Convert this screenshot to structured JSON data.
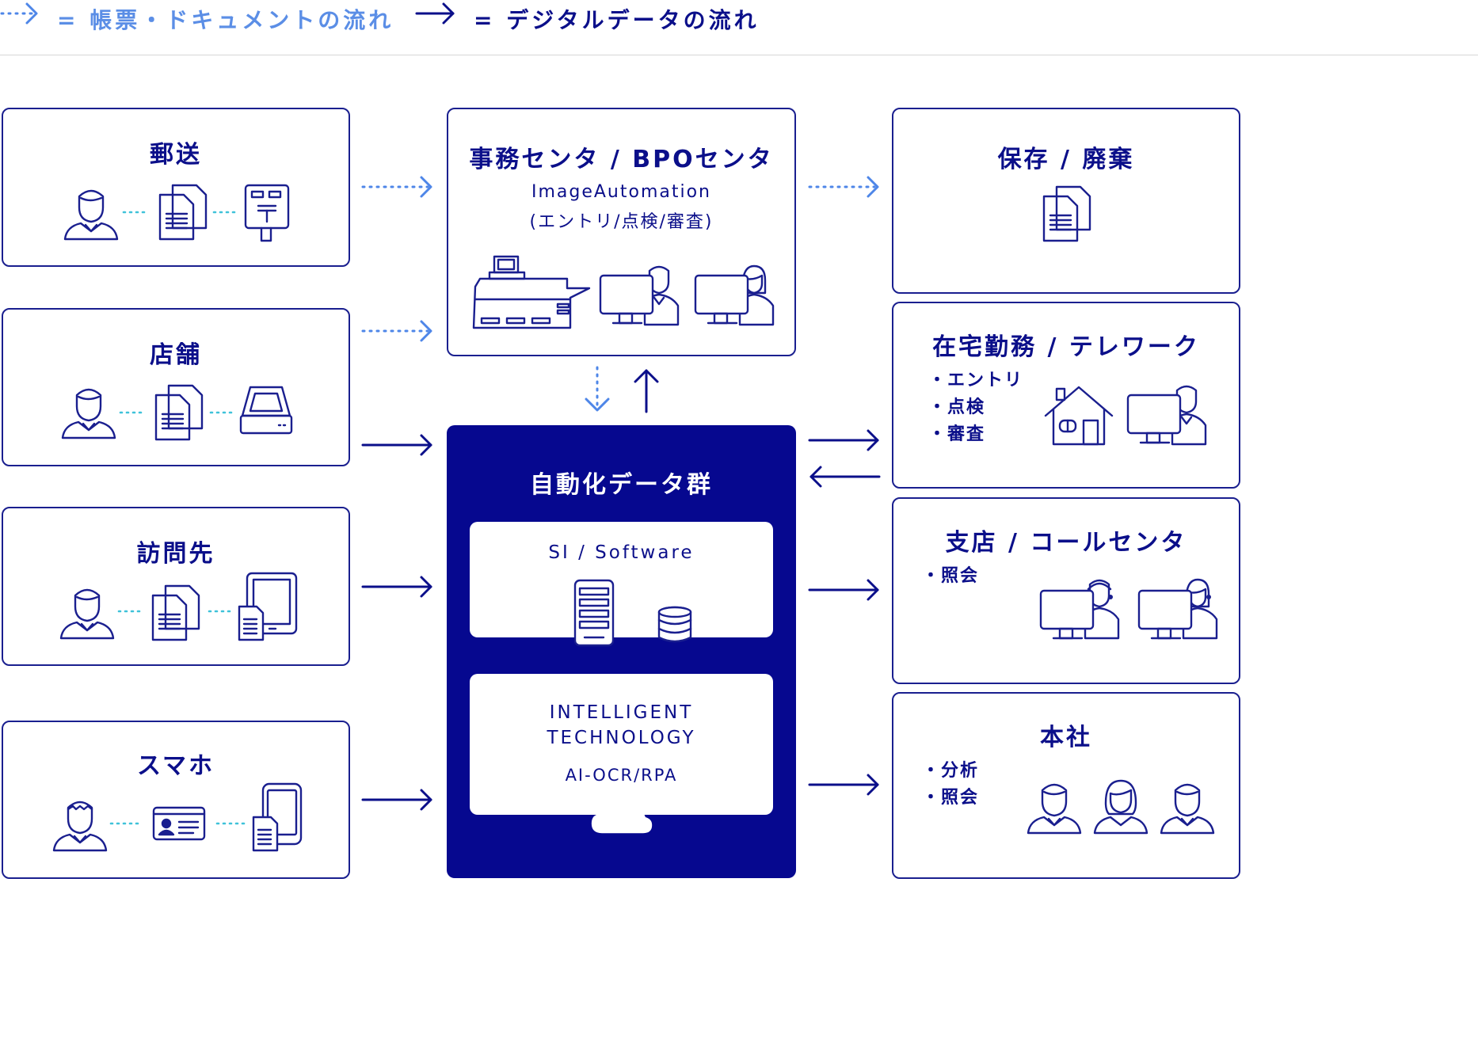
{
  "legend": {
    "doc_flow": "= 帳票・ドキュメントの流れ",
    "data_flow": "= デジタルデータの流れ",
    "doc_color": "#5b8ee6",
    "data_color": "#0b0f8a"
  },
  "sources": [
    {
      "title": "郵送"
    },
    {
      "title": "店舗"
    },
    {
      "title": "訪問先"
    },
    {
      "title": "スマホ"
    }
  ],
  "center_top": {
    "title": "事務センタ / BPOセンタ",
    "line1": "ImageAutomation",
    "line2": "(エントリ/点検/審査)"
  },
  "center_main": {
    "title": "自動化データ群",
    "si_label": "SI / Software",
    "intel_line1": "INTELLIGENT",
    "intel_line2": "TECHNOLOGY",
    "intel_sub": "AI-OCR/RPA",
    "panel_color": "#06088f"
  },
  "right": {
    "storage": {
      "title": "保存 / 廃棄"
    },
    "remote": {
      "title": "在宅勤務 / テレワーク",
      "items": [
        "・エントリ",
        "・点検",
        "・審査"
      ]
    },
    "branch": {
      "title": "支店 / コールセンタ",
      "items": [
        "・照会"
      ]
    },
    "hq": {
      "title": "本社",
      "items": [
        "・分析",
        "・照会"
      ]
    }
  }
}
